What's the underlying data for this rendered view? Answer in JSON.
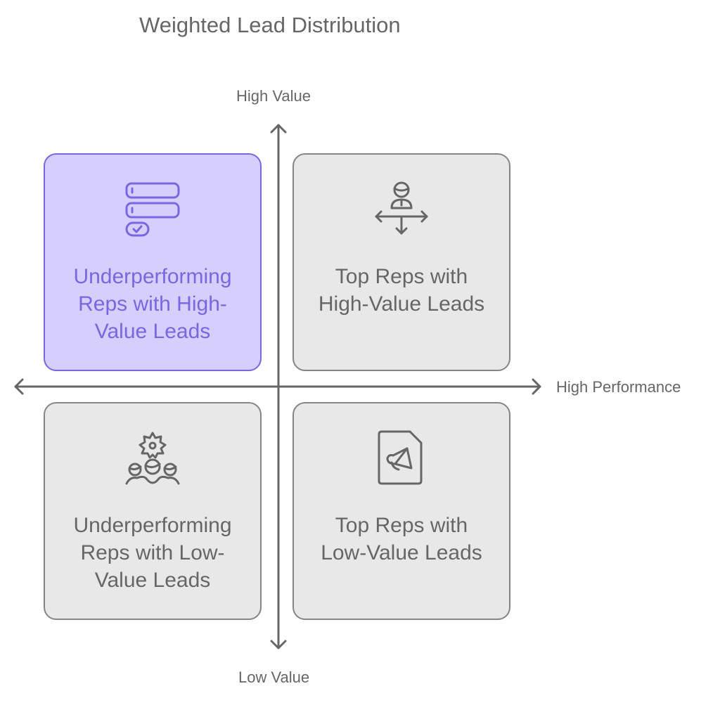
{
  "title": "Weighted Lead Distribution",
  "axes": {
    "y_top_label": "High Value",
    "y_bottom_label": "Low Value",
    "x_right_label": "High Performance"
  },
  "colors": {
    "accent": "#7b65e0",
    "accent_fill": "#d6cffd",
    "neutral_fill": "#e8e8e8",
    "neutral_stroke": "#858585",
    "text": "#666666"
  },
  "quadrants": [
    {
      "position": "top-left",
      "label": "Underperforming Reps with High-Value Leads",
      "lines": [
        "Underperforming",
        "Reps with High-",
        "Value Leads"
      ],
      "icon": "checklist-icon",
      "highlighted": true
    },
    {
      "position": "top-right",
      "label": "Top Reps with High-Value Leads",
      "lines": [
        "Top Reps with",
        "High-Value Leads"
      ],
      "icon": "person-directions-icon",
      "highlighted": false
    },
    {
      "position": "bottom-left",
      "label": "Underperforming Reps with Low-Value Leads",
      "lines": [
        "Underperforming",
        "Reps with Low-",
        "Value Leads"
      ],
      "icon": "team-gear-icon",
      "highlighted": false
    },
    {
      "position": "bottom-right",
      "label": "Top Reps with Low-Value Leads",
      "lines": [
        "Top Reps with",
        "Low-Value Leads"
      ],
      "icon": "megaphone-document-icon",
      "highlighted": false
    }
  ]
}
